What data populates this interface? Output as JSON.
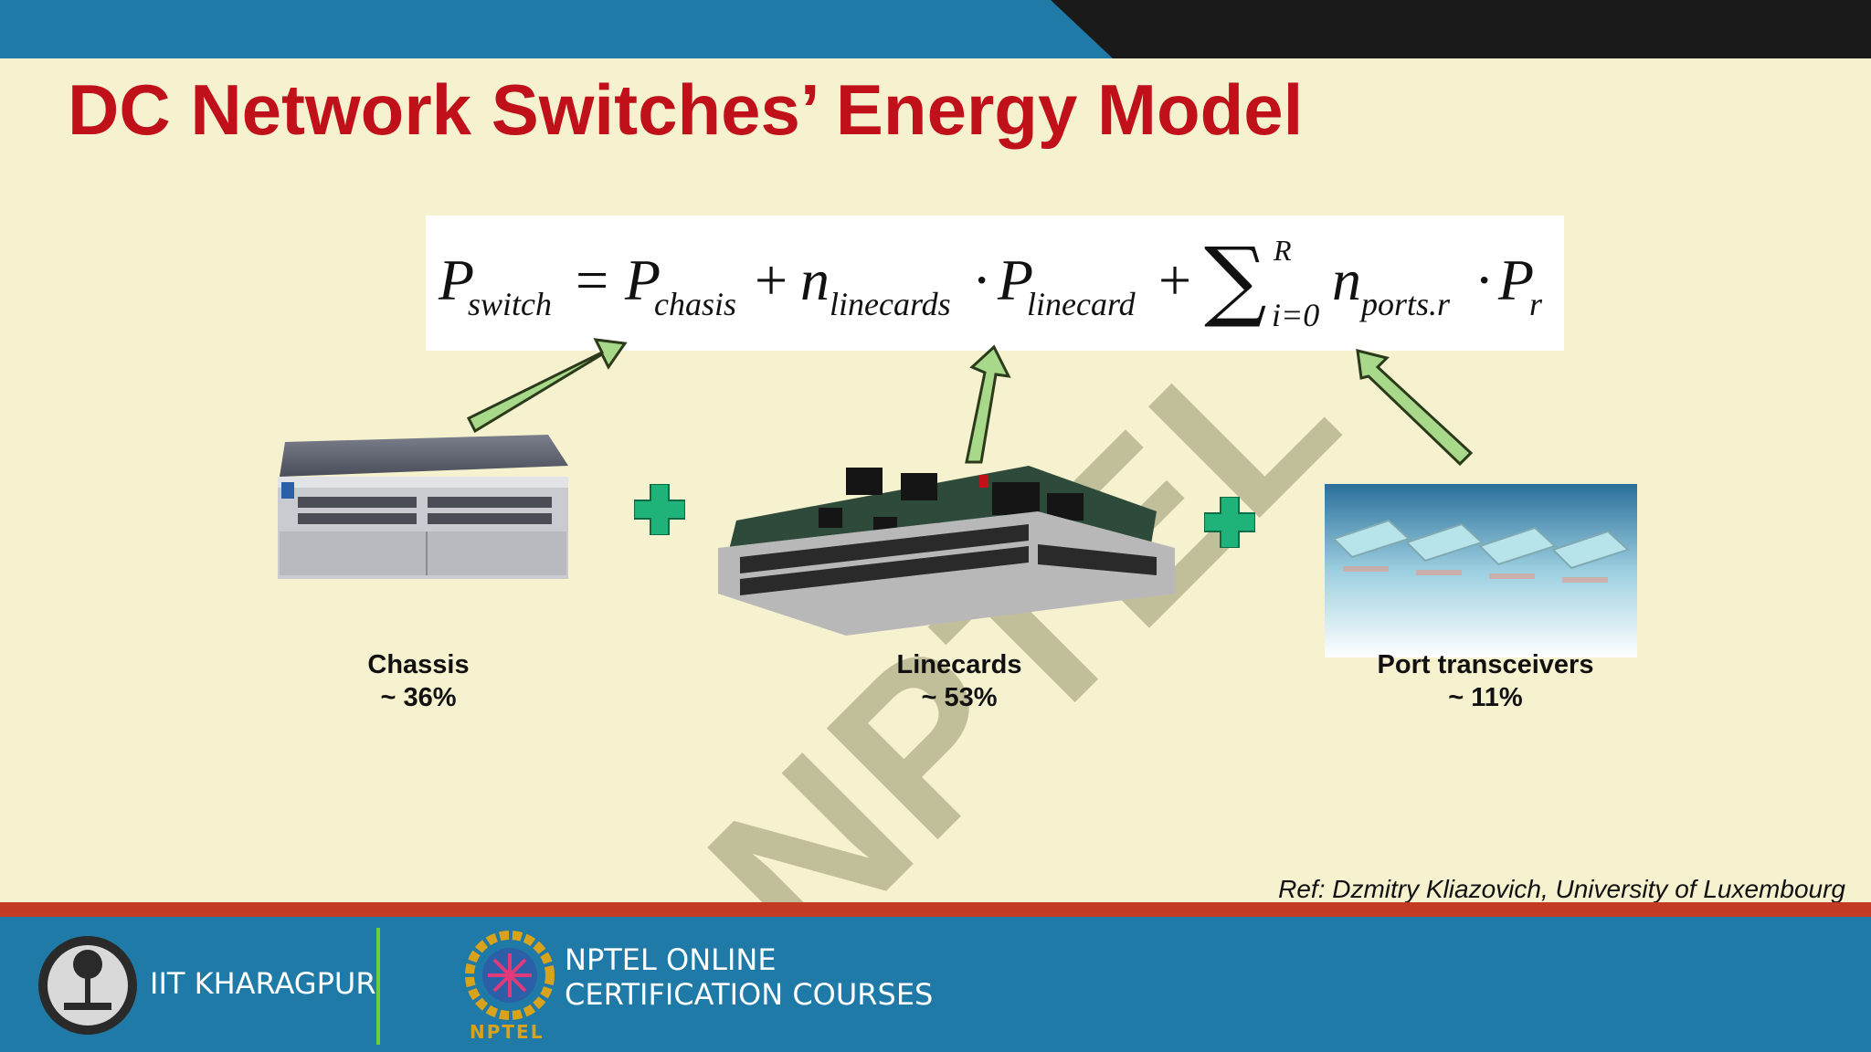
{
  "slide": {
    "title": "DC Network Switches’ Energy Model",
    "reference": "Ref: Dzmitry Kliazovich, University of Luxembourg",
    "watermark": "NPTEL"
  },
  "formula": {
    "p": "P",
    "n": "n",
    "sub_switch": "switch",
    "sub_chasis": "chasis",
    "sub_linecards": "linecards",
    "sub_linecard": "linecard",
    "sub_ports": "ports.r",
    "sub_r": "r",
    "sum_lower": "i=0",
    "sum_upper": "R",
    "equals": "=",
    "plus": "+",
    "dot": "·",
    "sigma": "∑"
  },
  "components": [
    {
      "label": "Chassis",
      "share": "~ 36%"
    },
    {
      "label": "Linecards",
      "share": "~ 53%"
    },
    {
      "label": "Port transceivers",
      "share": "~ 11%"
    }
  ],
  "footer": {
    "iit_label": "IIT KHARAGPUR",
    "nptel_line1": "NPTEL ONLINE",
    "nptel_line2": "CERTIFICATION COURSES",
    "nptel_logo_text": "NPTEL"
  },
  "colors": {
    "title_red": "#c0101a",
    "arrow_fill": "#a8d98a",
    "plus_green": "#1fb37a",
    "footer_blue": "#1f7aa8",
    "footer_red": "#c23b22"
  }
}
